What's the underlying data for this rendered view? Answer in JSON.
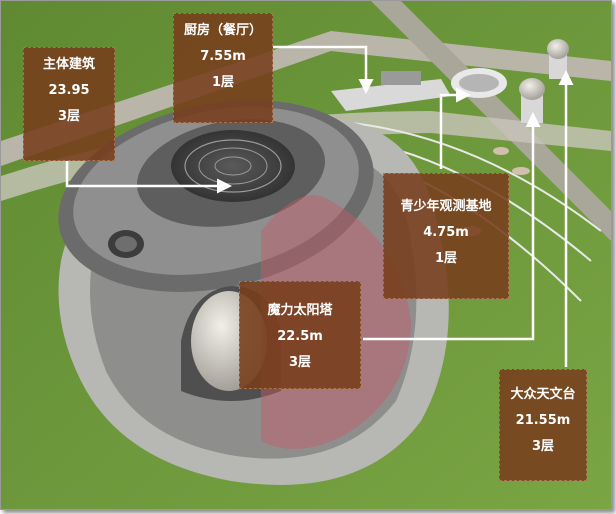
{
  "labels": {
    "main": {
      "name": "主体建筑",
      "height": "23.95",
      "floors": "3层"
    },
    "kitchen": {
      "name": "厨房（餐厅）",
      "height": "7.55m",
      "floors": "1层"
    },
    "youth": {
      "name": "青少年观测基地",
      "height": "4.75m",
      "floors": "1层"
    },
    "sun": {
      "name": "魔力太阳塔",
      "height": "22.5m",
      "floors": "3层"
    },
    "public": {
      "name": "大众天文台",
      "height": "21.55m",
      "floors": "3层"
    }
  },
  "colors": {
    "label_bg": "#783e1c",
    "grass": "#6f9a3c",
    "arrow": "#ffffff"
  }
}
